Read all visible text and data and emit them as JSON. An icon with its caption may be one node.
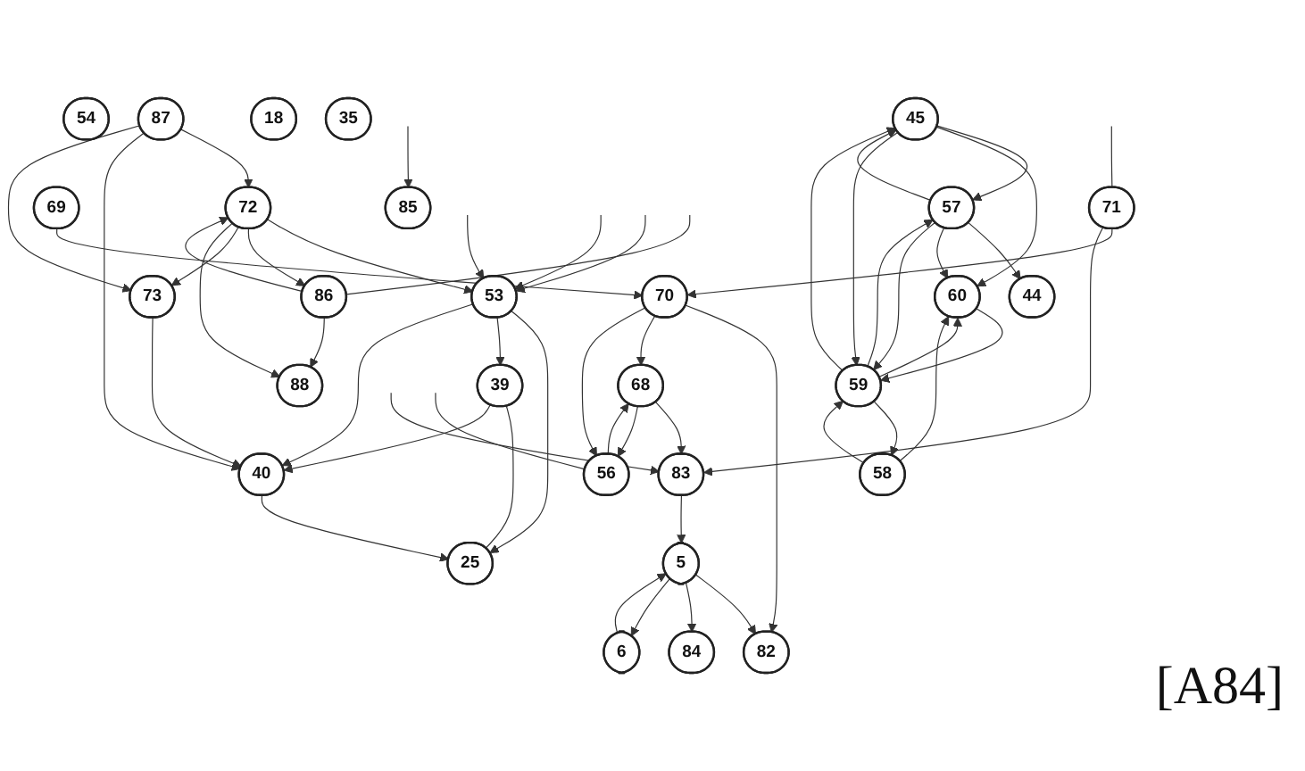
{
  "diagram": {
    "nodes": [
      {
        "text": [
          "53"
        ]
      },
      {
        "text": [
          "25"
        ]
      },
      {
        "text": [
          "54"
        ]
      },
      {
        "text": [
          "39"
        ]
      },
      {
        "text": [
          "40"
        ]
      },
      {
        "text": [
          "72"
        ]
      },
      {
        "text": [
          "86"
        ]
      },
      {
        "text": [
          "87"
        ]
      },
      {
        "text": [
          "73"
        ]
      },
      {
        "text": [
          "88"
        ]
      },
      {
        "text": [
          "18"
        ]
      },
      {
        "text": [
          "70"
        ]
      },
      {
        "text": [
          "69"
        ]
      },
      {
        "text": [
          "71"
        ]
      },
      {
        "text": [
          "82"
        ]
      },
      {
        "text": [
          "83"
        ]
      },
      {
        "text": [
          "68"
        ]
      },
      {
        "text": [
          "56"
        ]
      },
      {
        "text": [
          "5"
        ]
      },
      {
        "text": [
          "84"
        ]
      },
      {
        "text": [
          "35"
        ]
      },
      {
        "text": [
          "85"
        ]
      },
      {
        "text": [
          "6"
        ]
      },
      {
        "text": [
          "45"
        ]
      },
      {
        "text": [
          "44"
        ]
      },
      {
        "text": [
          "57"
        ]
      },
      {
        "text": [
          "60"
        ]
      },
      {
        "text": [
          "59"
        ]
      },
      {
        "text": [
          "58"
        ]
      }
    ],
    "edges": [
      {
        "from": null,
        "to": 0,
        "arrow": "to"
      },
      {
        "from": null,
        "to": 0,
        "arrow": "to"
      },
      {
        "from": null,
        "to": 0,
        "arrow": "to"
      },
      {
        "from": 0,
        "to": 1,
        "arrow": "to"
      },
      {
        "from": 0,
        "to": 3,
        "arrow": "to"
      },
      {
        "from": 0,
        "to": 4,
        "arrow": "to"
      },
      {
        "from": 5,
        "to": 0,
        "arrow": "to"
      },
      {
        "from": 3,
        "to": 1,
        "arrow": "none"
      },
      {
        "from": 3,
        "to": 4,
        "arrow": "to"
      },
      {
        "from": 4,
        "to": 1,
        "arrow": "to"
      },
      {
        "from": 5,
        "to": 6,
        "arrow": "to"
      },
      {
        "from": 6,
        "to": 5,
        "arrow": "to"
      },
      {
        "from": null,
        "to": 6,
        "arrow": "none"
      },
      {
        "from": 5,
        "to": 8,
        "arrow": "to"
      },
      {
        "from": 5,
        "to": 9,
        "arrow": "to"
      },
      {
        "from": 7,
        "to": 5,
        "arrow": "to"
      },
      {
        "from": 7,
        "to": 4,
        "arrow": "to"
      },
      {
        "from": 7,
        "to": 8,
        "arrow": "to"
      },
      {
        "from": 8,
        "to": 4,
        "arrow": "to"
      },
      {
        "from": 6,
        "to": 9,
        "arrow": "to"
      },
      {
        "from": 12,
        "to": 11,
        "arrow": "to"
      },
      {
        "from": 13,
        "to": 11,
        "arrow": "to"
      },
      {
        "from": null,
        "to": 13,
        "arrow": "none"
      },
      {
        "from": 11,
        "to": 14,
        "arrow": "to"
      },
      {
        "from": 11,
        "to": 16,
        "arrow": "to"
      },
      {
        "from": 11,
        "to": 17,
        "arrow": "to"
      },
      {
        "from": 13,
        "to": 15,
        "arrow": "to"
      },
      {
        "from": null,
        "to": 15,
        "arrow": "to"
      },
      {
        "from": 16,
        "to": 15,
        "arrow": "to"
      },
      {
        "from": 17,
        "to": 16,
        "arrow": "to"
      },
      {
        "from": 16,
        "to": 17,
        "arrow": "to"
      },
      {
        "from": null,
        "to": 17,
        "arrow": "none"
      },
      {
        "from": 15,
        "to": 18,
        "arrow": "to"
      },
      {
        "from": 18,
        "to": 14,
        "arrow": "to"
      },
      {
        "from": 18,
        "to": 19,
        "arrow": "to"
      },
      {
        "from": 18,
        "to": 22,
        "arrow": "to"
      },
      {
        "from": 22,
        "to": 18,
        "arrow": "to"
      },
      {
        "from": null,
        "to": 21,
        "arrow": "to"
      },
      {
        "from": 25,
        "to": 24,
        "arrow": "to"
      },
      {
        "from": 25,
        "to": 23,
        "arrow": "to"
      },
      {
        "from": 23,
        "to": 25,
        "arrow": "to"
      },
      {
        "from": 23,
        "to": 26,
        "arrow": "to"
      },
      {
        "from": 25,
        "to": 26,
        "arrow": "to"
      },
      {
        "from": 27,
        "to": 23,
        "arrow": "to"
      },
      {
        "from": 23,
        "to": 27,
        "arrow": "to"
      },
      {
        "from": 27,
        "to": 25,
        "arrow": "to"
      },
      {
        "from": 25,
        "to": 27,
        "arrow": "to"
      },
      {
        "from": 27,
        "to": 26,
        "arrow": "to"
      },
      {
        "from": 26,
        "to": 27,
        "arrow": "to"
      },
      {
        "from": 28,
        "to": 27,
        "arrow": "to"
      },
      {
        "from": 27,
        "to": 28,
        "arrow": "to"
      },
      {
        "from": 28,
        "to": 26,
        "arrow": "to"
      }
    ],
    "labels": [
      "[A84]"
    ]
  }
}
